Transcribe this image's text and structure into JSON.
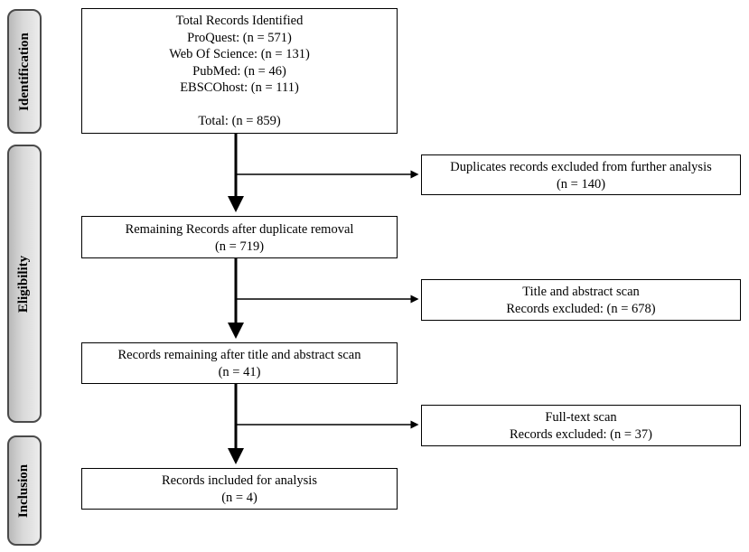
{
  "phases": {
    "identification": "Identification",
    "eligibility": "Eligibility",
    "inclusion": "Inclusion"
  },
  "boxes": {
    "identified": {
      "title": "Total Records Identified",
      "sources": [
        "ProQuest: (n = 571)",
        "Web Of Science: (n = 131)",
        "PubMed: (n = 46)",
        "EBSCOhost: (n = 111)"
      ],
      "total": "Total: (n = 859)"
    },
    "duplicates": {
      "line1": "Duplicates records excluded from further analysis",
      "line2": "(n = 140)"
    },
    "remaining": {
      "line1": "Remaining Records after duplicate removal",
      "line2": "(n = 719)"
    },
    "title_abstract": {
      "line1": "Title and abstract scan",
      "line2": "Records excluded: (n = 678)"
    },
    "after_scan": {
      "line1": "Records remaining after title and abstract scan",
      "line2": "(n = 41)"
    },
    "full_text": {
      "line1": "Full-text scan",
      "line2": "Records excluded: (n = 37)"
    },
    "included": {
      "line1": "Records included for analysis",
      "line2": "(n = 4)"
    }
  }
}
